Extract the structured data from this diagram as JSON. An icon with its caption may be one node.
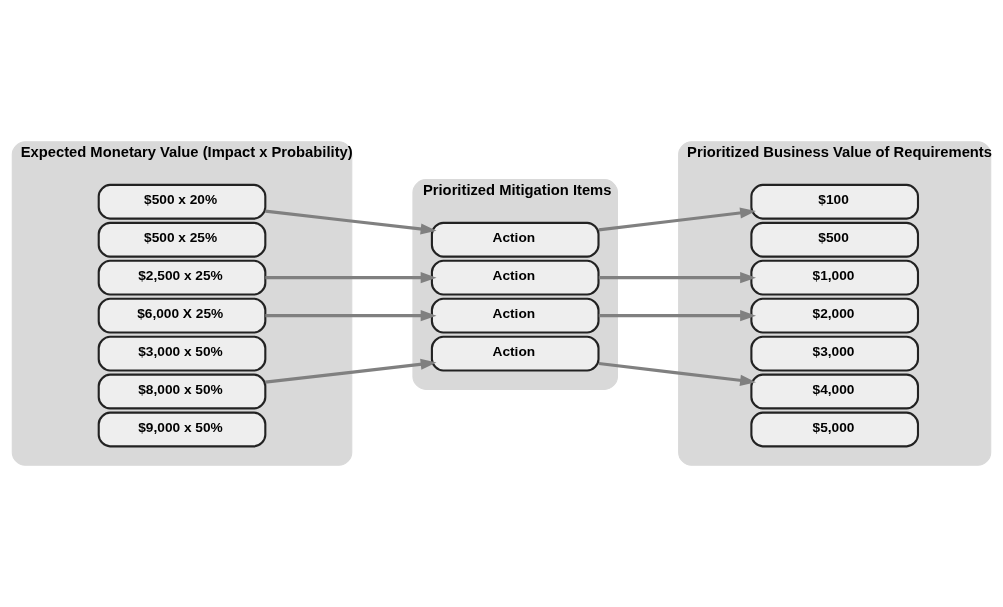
{
  "diagram": {
    "nodes": [
      {
        "text": [
          "Expected Monetary Value (Impact x Probability)"
        ]
      },
      {
        "text": [
          "$9,000 x 50%"
        ],
        "in": 0
      },
      {
        "text": [
          "$8,000 x 50%"
        ],
        "in": 0
      },
      {
        "text": [
          "$3,000 x 50%"
        ],
        "in": 0
      },
      {
        "text": [
          "$6,000 X 25%"
        ],
        "in": 0
      },
      {
        "text": [
          "$2,500 x 25%"
        ],
        "in": 0
      },
      {
        "text": [
          "$500 x 25%"
        ],
        "in": 0
      },
      {
        "text": [
          "$500 x 20%"
        ],
        "in": 0
      },
      {
        "text": [
          "Prioritized Mitigation Items"
        ]
      },
      {
        "text": [
          "Action"
        ],
        "in": 8
      },
      {
        "text": [
          "Action"
        ],
        "in": 8
      },
      {
        "text": [
          "Action"
        ],
        "in": 8
      },
      {
        "text": [
          "Action"
        ],
        "in": 8
      },
      {
        "text": [
          "Prioritized Business Value of Requirements"
        ]
      },
      {
        "text": [
          "$5,000"
        ],
        "in": 13
      },
      {
        "text": [
          "$4,000"
        ],
        "in": 13
      },
      {
        "text": [
          "$3,000"
        ],
        "in": 13
      },
      {
        "text": [
          "$2,000"
        ],
        "in": 13
      },
      {
        "text": [
          "$1,000"
        ],
        "in": 13
      },
      {
        "text": [
          "$500"
        ],
        "in": 13
      },
      {
        "text": [
          "$100"
        ],
        "in": 13
      }
    ],
    "edges": [
      {
        "from": 2,
        "to": 9,
        "arrow": "to"
      },
      {
        "from": 9,
        "to": 15,
        "arrow": "to"
      },
      {
        "from": 4,
        "to": 10,
        "arrow": "to"
      },
      {
        "from": 5,
        "to": 11,
        "arrow": "to"
      },
      {
        "from": 10,
        "to": 17,
        "arrow": "to"
      },
      {
        "from": 11,
        "to": 18,
        "arrow": "to"
      },
      {
        "from": 7,
        "to": 12,
        "arrow": "to"
      },
      {
        "from": 12,
        "to": 20,
        "arrow": "to"
      }
    ]
  }
}
